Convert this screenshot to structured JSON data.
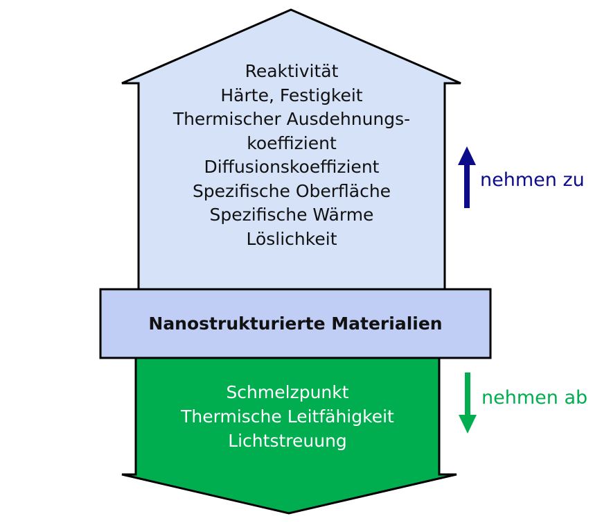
{
  "increase_group": {
    "properties": [
      "Reaktivität",
      "Härte, Festigkeit",
      "Thermischer Ausdehnungs-",
      "koeffizient",
      "Diffusionskoeffizient",
      "Spezifische Oberfläche",
      "Spezifische Wärme",
      "Löslichkeit"
    ],
    "label": "nehmen zu"
  },
  "center_box": {
    "title": "Nanostrukturierte Materialien"
  },
  "decrease_group": {
    "properties": [
      "Schmelzpunkt",
      "Thermische Leitfähigkeit",
      "Lichtstreuung"
    ],
    "label": "nehmen ab"
  },
  "colors": {
    "up_arrow_fill": "#d6e2f8",
    "center_box_fill": "#c0cdf4",
    "down_arrow_fill": "#00ad4f",
    "outline": "#000000",
    "up_indicator": "#0c0c8a",
    "down_indicator": "#00ad4f"
  },
  "icons": {
    "up_indicator": "arrow-up-icon",
    "down_indicator": "arrow-down-icon"
  }
}
